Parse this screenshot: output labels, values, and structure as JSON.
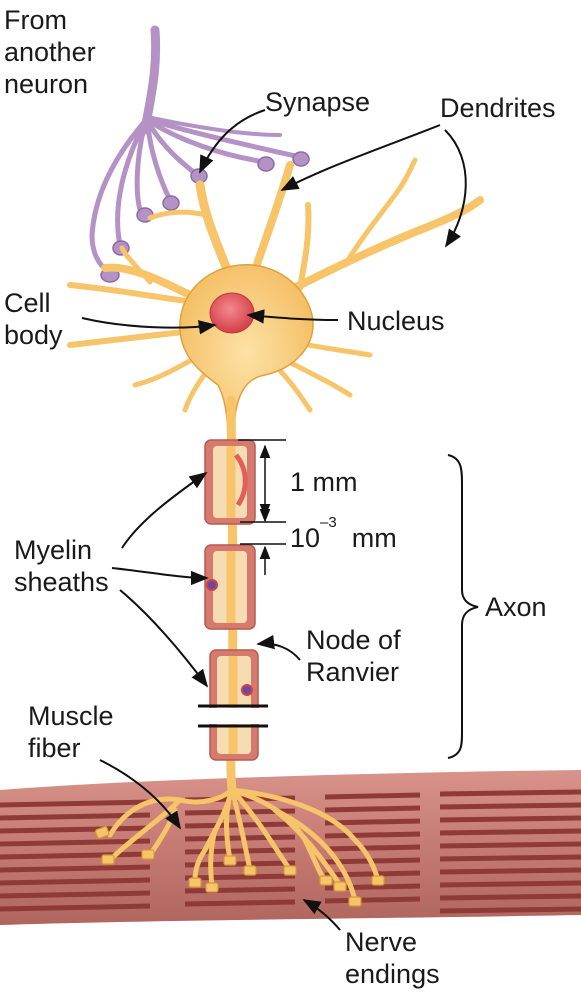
{
  "labels": {
    "from_neuron": [
      "From",
      "another",
      "neuron"
    ],
    "synapse": "Synapse",
    "dendrites": "Dendrites",
    "cell_body": [
      "Cell",
      "body"
    ],
    "nucleus": "Nucleus",
    "dim_1mm": "1  mm",
    "dim_node_base": "10",
    "dim_node_exp": "–3",
    "dim_node_unit": "  mm",
    "myelin": [
      "Myelin",
      "sheaths"
    ],
    "axon": "Axon",
    "node_ranvier": [
      "Node of",
      "Ranvier"
    ],
    "muscle": [
      "Muscle",
      "fiber"
    ],
    "nerve_endings": [
      "Nerve",
      "endings"
    ]
  },
  "colors": {
    "neuron_fill": "#f7c46a",
    "neuron_edge": "#e0a13c",
    "other_neuron": "#b592c6",
    "other_neuron_edge": "#8e6aa3",
    "nucleus": "#e2545c",
    "sheath": "#d77a6e",
    "sheath_inner": "#f6dcb2",
    "muscle": "#c9827b",
    "muscle_stripe": "#8e3a36",
    "arrow": "#111111"
  }
}
